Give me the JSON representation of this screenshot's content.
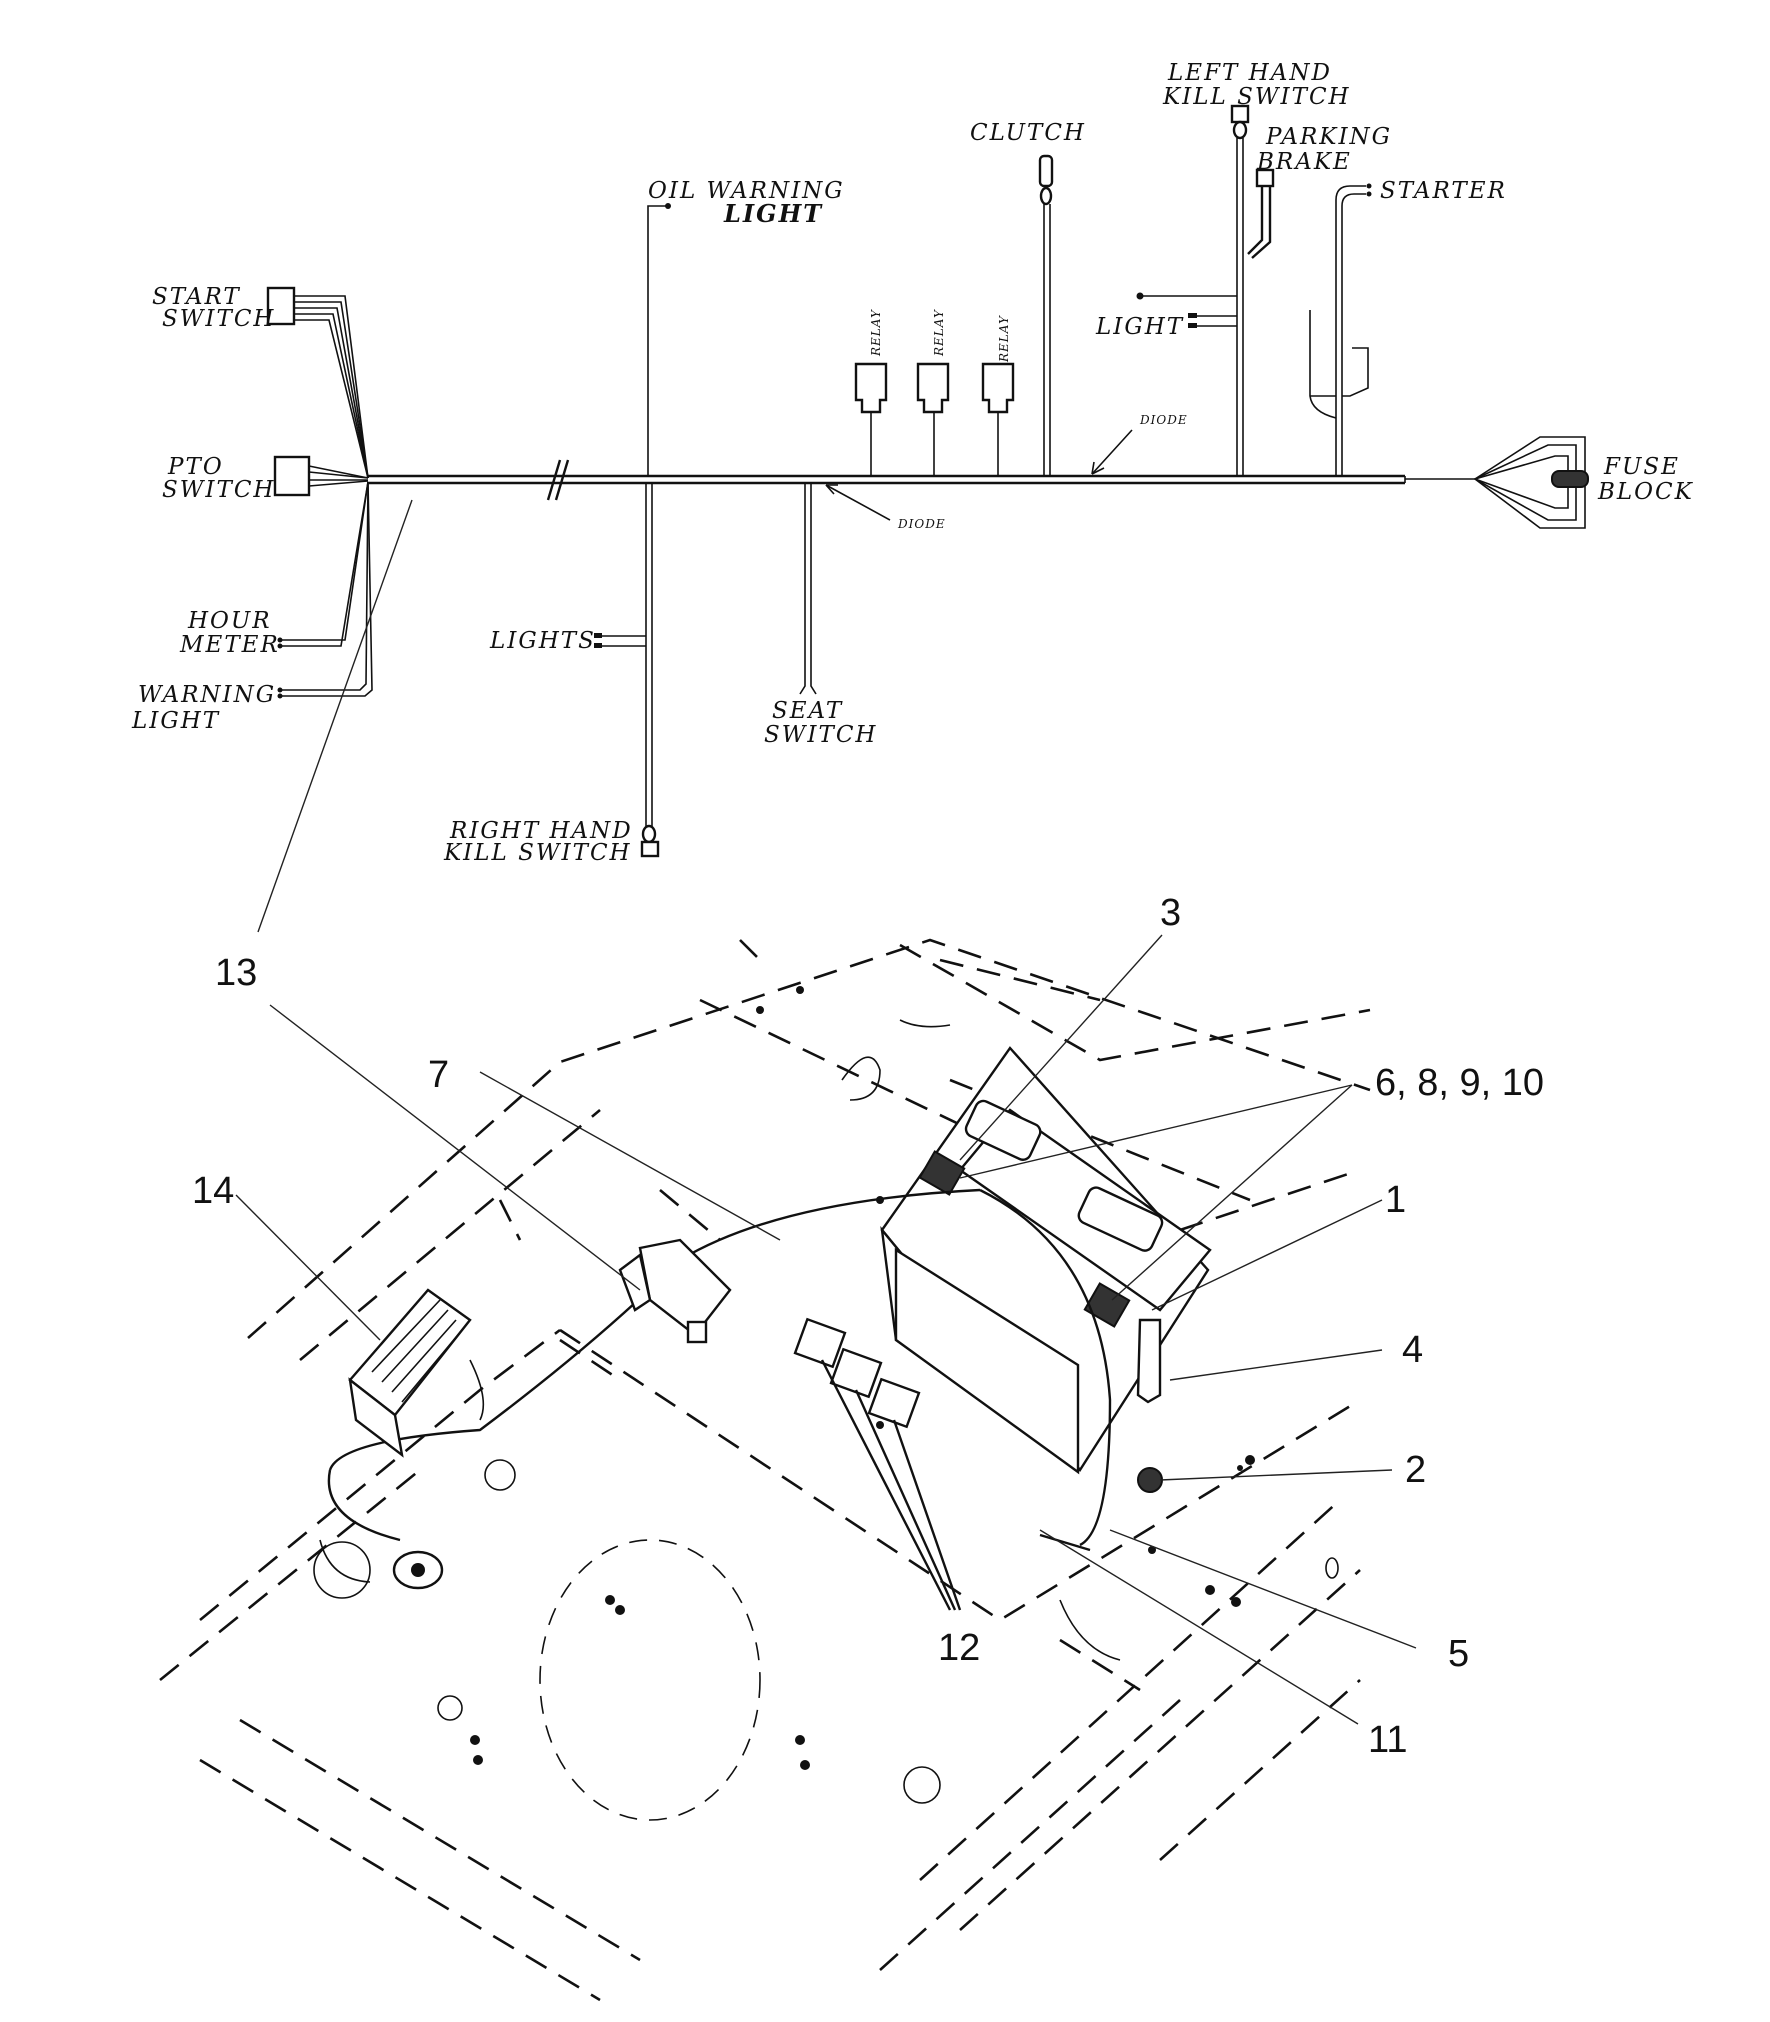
{
  "harness_labels": {
    "left_hand_kill_switch_l1": "LEFT HAND",
    "left_hand_kill_switch_l2": "KILL SWITCH",
    "clutch": "CLUTCH",
    "parking_brake_l1": "PARKING",
    "parking_brake_l2": "BRAKE",
    "starter": "STARTER",
    "oil_warning_light_l1": "OIL WARNING",
    "oil_warning_light_l2": "LIGHT",
    "start_switch_l1": "START",
    "start_switch_l2": "SWITCH",
    "light": "LIGHT",
    "relay_1": "RELAY",
    "relay_2": "RELAY",
    "relay_3": "RELAY",
    "diode_upper": "DIODE",
    "diode_lower": "DIODE",
    "pto_switch_l1": "PTO",
    "pto_switch_l2": "SWITCH",
    "fuse_block_l1": "FUSE",
    "fuse_block_l2": "BLOCK",
    "hour_meter_l1": "HOUR",
    "hour_meter_l2": "METER",
    "lights": "LIGHTS",
    "warning_light_l1": "WARNING",
    "warning_light_l2": "LIGHT",
    "seat_switch_l1": "SEAT",
    "seat_switch_l2": "SWITCH",
    "right_hand_kill_switch_l1": "RIGHT HAND",
    "right_hand_kill_switch_l2": "KILL SWITCH"
  },
  "callouts": {
    "c13": "13",
    "c3": "3",
    "c7": "7",
    "c6_8_9_10": "6, 8, 9, 10",
    "c14": "14",
    "c1": "1",
    "c4": "4",
    "c2": "2",
    "c12": "12",
    "c5": "5",
    "c11": "11"
  }
}
